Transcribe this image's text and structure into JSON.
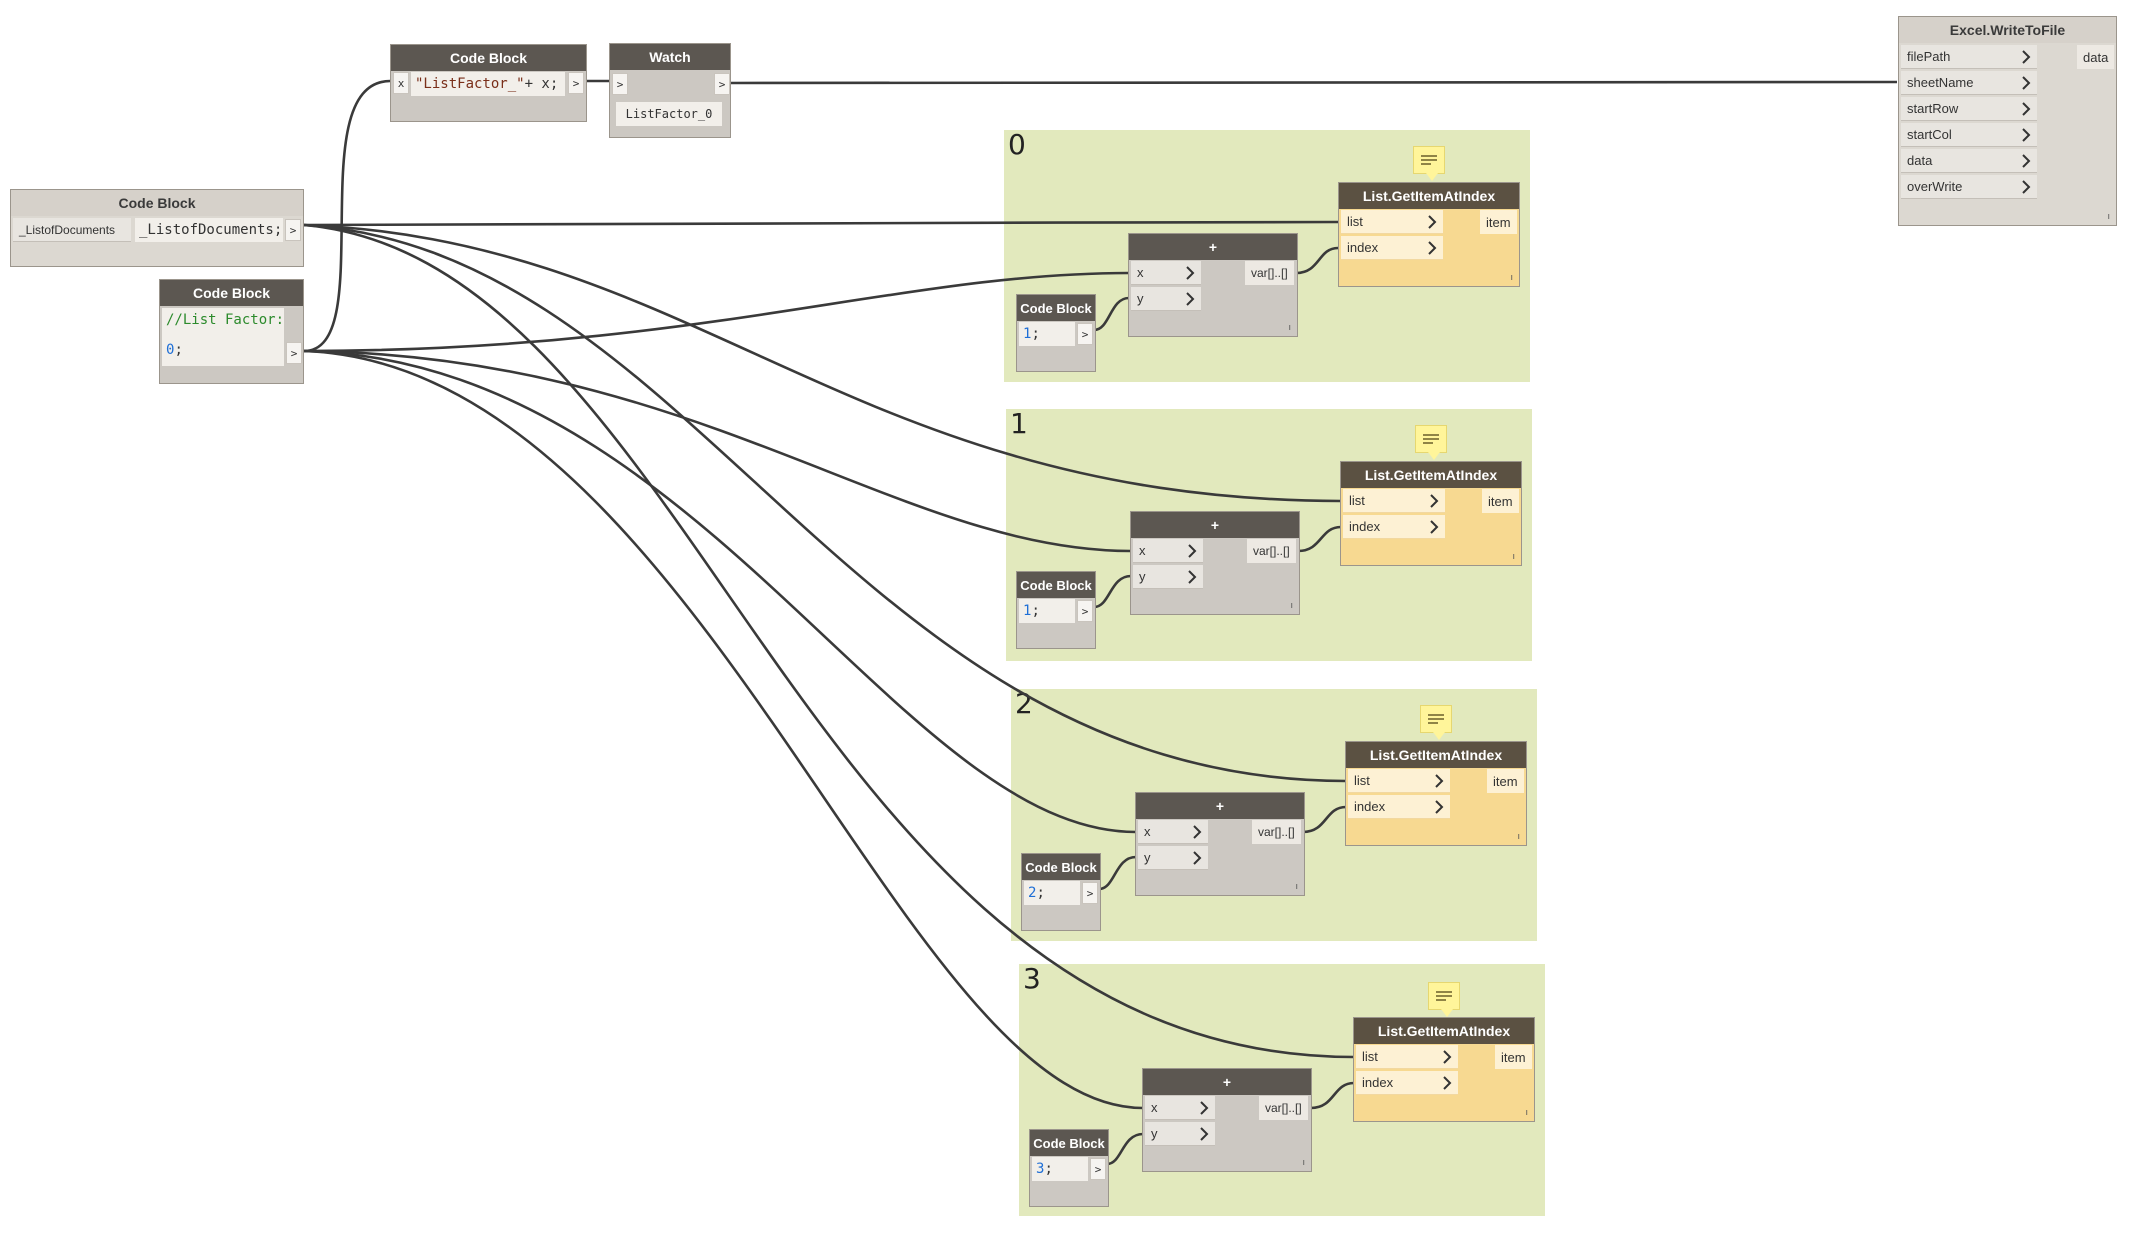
{
  "nodes": {
    "code_list_documents": {
      "title": "Code Block",
      "input_label": "_ListofDocuments",
      "code": "_ListofDocuments;",
      "out": ">"
    },
    "code_list_factor": {
      "title": "Code Block",
      "comment": "//List Factor:",
      "value": "0",
      "suffix": ";",
      "out": ">"
    },
    "code_string": {
      "title": "Code Block",
      "input": "x",
      "code_str": "\"ListFactor_\"",
      "code_rest": " + x;",
      "out": ">"
    },
    "watch": {
      "title": "Watch",
      "in": ">",
      "out": ">",
      "value": "ListFactor_0"
    },
    "excel": {
      "title": "Excel.WriteToFile",
      "inputs": [
        "filePath",
        "sheetName",
        "startRow",
        "startCol",
        "data",
        "overWrite"
      ],
      "output": "data"
    }
  },
  "groups": [
    {
      "label": "0",
      "add": {
        "title": "+",
        "in_x": "x",
        "in_y": "y",
        "out": "var[]..[]"
      },
      "code": {
        "title": "Code Block",
        "value": "1",
        "suffix": ";",
        "out": ">"
      },
      "getitem": {
        "title": "List.GetItemAtIndex",
        "in_list": "list",
        "in_index": "index",
        "out": "item"
      }
    },
    {
      "label": "1",
      "add": {
        "title": "+",
        "in_x": "x",
        "in_y": "y",
        "out": "var[]..[]"
      },
      "code": {
        "title": "Code Block",
        "value": "1",
        "suffix": ";",
        "out": ">"
      },
      "getitem": {
        "title": "List.GetItemAtIndex",
        "in_list": "list",
        "in_index": "index",
        "out": "item"
      }
    },
    {
      "label": "2",
      "add": {
        "title": "+",
        "in_x": "x",
        "in_y": "y",
        "out": "var[]..[]"
      },
      "code": {
        "title": "Code Block",
        "value": "2",
        "suffix": ";",
        "out": ">"
      },
      "getitem": {
        "title": "List.GetItemAtIndex",
        "in_list": "list",
        "in_index": "index",
        "out": "item"
      }
    },
    {
      "label": "3",
      "add": {
        "title": "+",
        "in_x": "x",
        "in_y": "y",
        "out": "var[]..[]"
      },
      "code": {
        "title": "Code Block",
        "value": "3",
        "suffix": ";",
        "out": ">"
      },
      "getitem": {
        "title": "List.GetItemAtIndex",
        "in_list": "list",
        "in_index": "index",
        "out": "item"
      }
    }
  ],
  "colors": {
    "group_bg": "#e2e9bd",
    "node_header": "#5c5751",
    "list_node_body": "#f7d991",
    "wire": "#3a3a3a",
    "note": "#fff59a"
  },
  "icons": {
    "note": "note-icon",
    "port": "chevron-right-icon"
  }
}
